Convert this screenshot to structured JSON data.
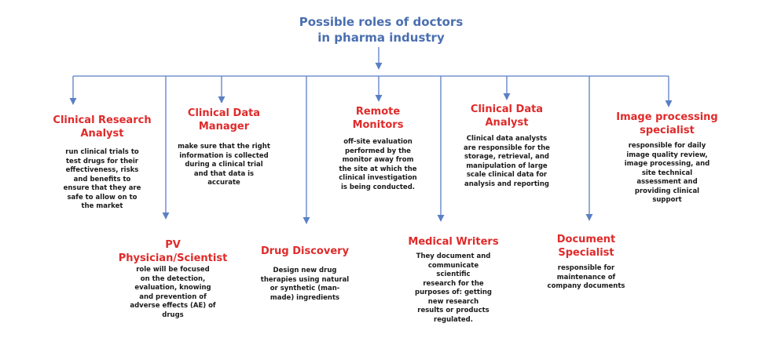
{
  "root": {
    "title_lines": [
      "Possible roles of doctors",
      "in pharma industry"
    ]
  },
  "colors": {
    "title": "#4a6fb0",
    "role_title": "#e02a2a",
    "connector": "#5b7fc4",
    "text": "#1a1a1a"
  },
  "roles": [
    {
      "title_lines": [
        "Clinical Research",
        "Analyst"
      ],
      "desc_lines": [
        "run clinical trials to",
        "test drugs for their",
        "effectiveness, risks",
        "and benefits to",
        "ensure that they are",
        "safe to allow on to",
        "the market"
      ]
    },
    {
      "title_lines": [
        "PV",
        "Physician/Scientist"
      ],
      "desc_lines": [
        "role will be focused",
        "on the detection,",
        "evaluation, knowing",
        "and prevention of",
        "adverse effects (AE) of",
        "drugs"
      ]
    },
    {
      "title_lines": [
        "Clinical Data",
        "Manager"
      ],
      "desc_lines": [
        "make sure that the right",
        "information is collected",
        "during a clinical trial",
        "and that data is",
        "accurate"
      ]
    },
    {
      "title_lines": [
        "Drug Discovery"
      ],
      "desc_lines": [
        "Design new drug",
        "therapies using natural",
        "or synthetic (man-",
        "made) ingredients"
      ]
    },
    {
      "title_lines": [
        "Remote",
        "Monitors"
      ],
      "desc_lines": [
        "off-site evaluation",
        "performed by the",
        "monitor away from",
        "the site at which the",
        "clinical investigation",
        "is being conducted."
      ]
    },
    {
      "title_lines": [
        "Medical Writers"
      ],
      "desc_lines": [
        "They document and",
        "communicate",
        "scientific",
        "research for the",
        "purposes of: getting",
        "new research",
        "results or products",
        "regulated."
      ]
    },
    {
      "title_lines": [
        "Clinical Data",
        "Analyst"
      ],
      "desc_lines": [
        "Clinical data analysts",
        "are responsible for the",
        "storage, retrieval, and",
        "manipulation of large",
        "scale clinical data for",
        "analysis and reporting"
      ]
    },
    {
      "title_lines": [
        "Document",
        "Specialist"
      ],
      "desc_lines": [
        "responsible for",
        "maintenance of",
        "company documents"
      ]
    },
    {
      "title_lines": [
        "Image processing",
        "specialist"
      ],
      "desc_lines": [
        "responsible for daily",
        "image quality review,",
        "image processing, and",
        "site technical",
        "assessment and",
        "providing clinical",
        "support"
      ]
    }
  ]
}
